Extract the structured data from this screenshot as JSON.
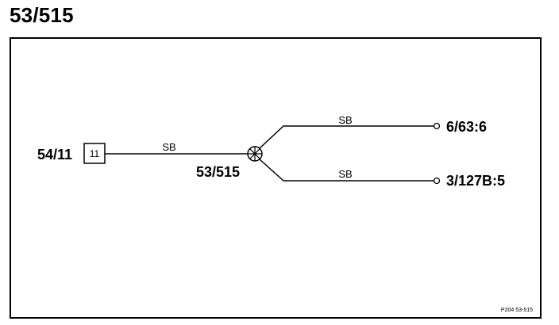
{
  "page": {
    "title": "53/515"
  },
  "diagram": {
    "source_connector": {
      "label": "54/11",
      "pin": "11"
    },
    "splice": {
      "label": "53/515"
    },
    "wires": [
      {
        "id": "main",
        "color_code": "SB"
      },
      {
        "id": "branch-upper",
        "color_code": "SB"
      },
      {
        "id": "branch-lower",
        "color_code": "SB"
      }
    ],
    "destinations": [
      {
        "id": "upper",
        "label": "6/63:6"
      },
      {
        "id": "lower",
        "label": "3/127B:5"
      }
    ],
    "reference_code": "P204  53-515"
  }
}
